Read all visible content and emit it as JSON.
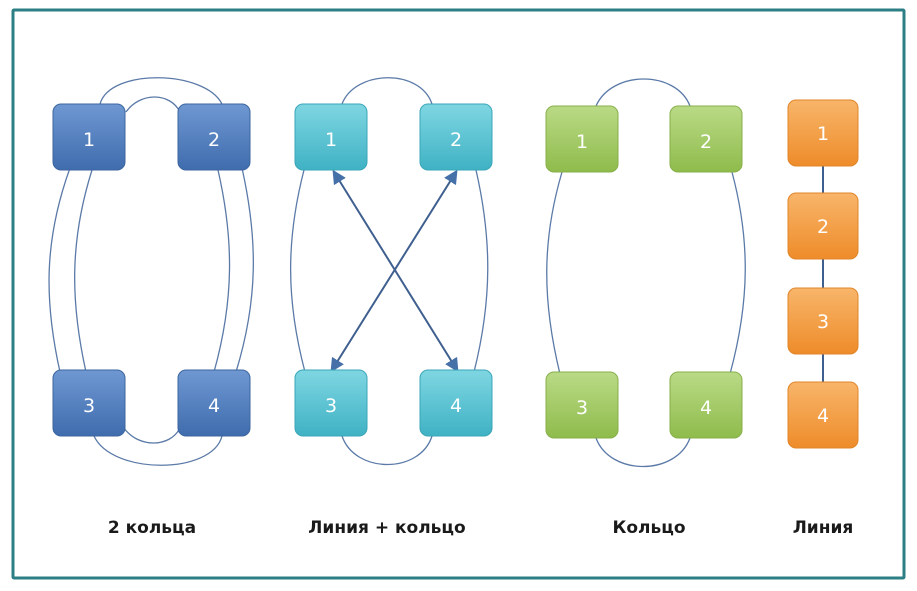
{
  "colors": {
    "frame": "#2d7f86",
    "blue": "#4a78b8",
    "cyan": "#4bbccc",
    "green": "#9bc45b",
    "orange": "#f29a3c",
    "line": "#5b7aa8",
    "arrow": "#4670a8"
  },
  "groups": [
    {
      "id": "two-rings",
      "caption": "2 кольца",
      "nodes": [
        "1",
        "2",
        "3",
        "4"
      ]
    },
    {
      "id": "line-plus-ring",
      "caption": "Линия + кольцо",
      "nodes": [
        "1",
        "2",
        "3",
        "4"
      ]
    },
    {
      "id": "ring",
      "caption": "Кольцо",
      "nodes": [
        "1",
        "2",
        "3",
        "4"
      ]
    },
    {
      "id": "line",
      "caption": "Линия",
      "nodes": [
        "1",
        "2",
        "3",
        "4"
      ]
    }
  ]
}
